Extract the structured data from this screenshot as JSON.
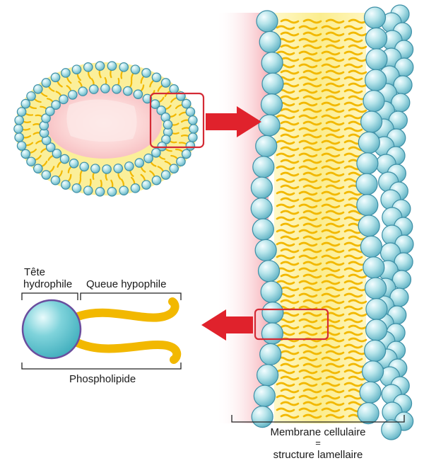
{
  "labels": {
    "tete": "Tête",
    "hydrophile": "hydrophile",
    "queue": "Queue hypophile",
    "phospholipide": "Phospholipide",
    "membrane": "Membrane cellulaire",
    "equal": "=",
    "structure": "structure lamellaire"
  },
  "colors": {
    "head": "#a8dde4",
    "head_edge": "#3d8fa6",
    "tail": "#f2b800",
    "core": "#fbef9a",
    "outside_glow": "#f7b6bd",
    "arrow": "#e0222c",
    "highlight_box": "#d42a35",
    "phospholipid_head": "#5cc4d0",
    "phospholipid_head_edge": "#6a4d9e"
  }
}
